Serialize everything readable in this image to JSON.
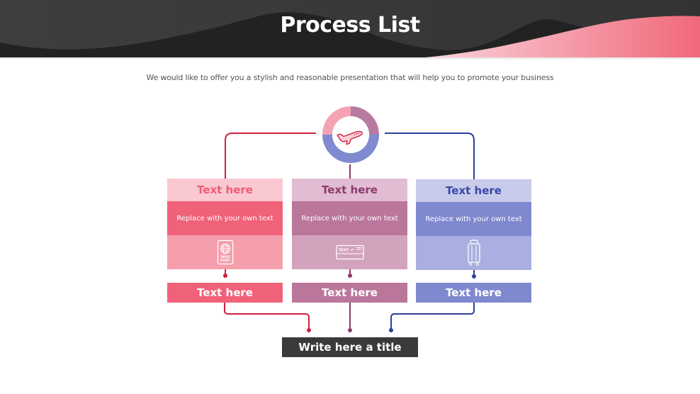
{
  "header": {
    "title": "Process List",
    "colors": {
      "dark": "#2b2b2b",
      "accent_light": "#f9c6cf",
      "accent": "#f0687a"
    }
  },
  "subtitle": "We would like to offer you a stylish and reasonable presentation that will help you to promote your business",
  "hub": {
    "icon": "airplane-icon",
    "ring_colors": [
      "#f4a3b4",
      "#b87aa0",
      "#7f8ad0"
    ]
  },
  "columns": [
    {
      "heading": "Text here",
      "body": "Replace with your own text",
      "icon": "passport-icon",
      "label": "Text here",
      "colors": {
        "head_bg": "#f9c8d0",
        "head_text": "#ee5c78",
        "mid_bg": "#f0627a",
        "foot_bg": "#f59eac",
        "label_bg": "#f0627a",
        "line": "#d31f3f"
      }
    },
    {
      "heading": "Text here",
      "body": "Replace with your own text",
      "icon": "ticket-icon",
      "label": "Text here",
      "colors": {
        "head_bg": "#e2bcd3",
        "head_text": "#8c3c6e",
        "mid_bg": "#bb769b",
        "foot_bg": "#d3a2bd",
        "label_bg": "#bb769b",
        "line": "#8a3a68"
      }
    },
    {
      "heading": "Text here",
      "body": "Replace with your own text",
      "icon": "luggage-icon",
      "label": "Text here",
      "colors": {
        "head_bg": "#c8cbea",
        "head_text": "#3a4aa8",
        "mid_bg": "#7f89cf",
        "foot_bg": "#a9afe0",
        "label_bg": "#7f89cf",
        "line": "#2f3f9f"
      }
    }
  ],
  "footer": {
    "title": "Write here a title"
  }
}
